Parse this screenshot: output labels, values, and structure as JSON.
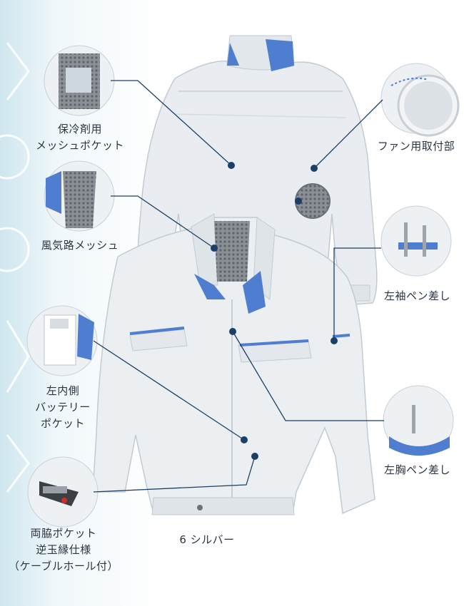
{
  "features": {
    "mesh_pocket": [
      "保冷剤用",
      "メッシュポケット"
    ],
    "air_path_mesh": [
      "風気路メッシュ"
    ],
    "battery_pocket": [
      "左内側",
      "バッテリー",
      "ポケット"
    ],
    "side_pocket": [
      "両脇ポケット",
      "逆玉縁仕様",
      "（ケーブルホール付）"
    ],
    "fan_mount": [
      "ファン用取付部"
    ],
    "left_sleeve_pen": [
      "左袖ペン差し"
    ],
    "left_chest_pen": [
      "左胸ペン差し"
    ]
  },
  "color_caption": "6 シルバー",
  "colors": {
    "fabric": "#e7ebef",
    "fabric_shade": "#c9d1d9",
    "accent_blue": "#4f7ed0",
    "leader_line": "#1b3f66",
    "text": "#2b3440"
  }
}
